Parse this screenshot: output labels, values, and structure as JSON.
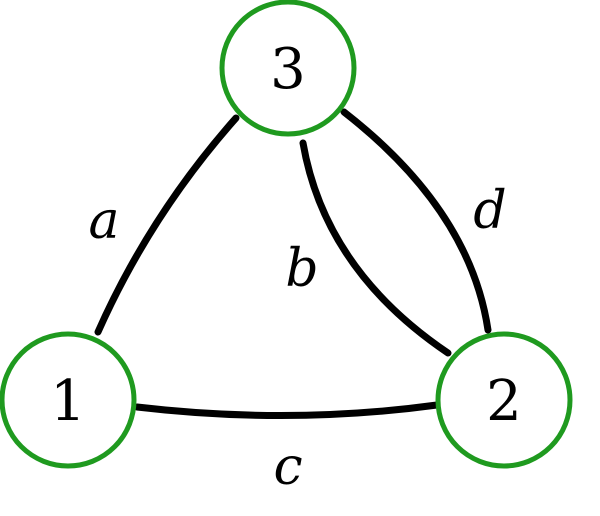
{
  "colors": {
    "node_stroke": "#1f9a1f",
    "edge": "#000000"
  },
  "nodes": [
    {
      "id": "1",
      "label": "1"
    },
    {
      "id": "2",
      "label": "2"
    },
    {
      "id": "3",
      "label": "3"
    }
  ],
  "edges": [
    {
      "id": "a",
      "label": "a",
      "from": "1",
      "to": "3"
    },
    {
      "id": "b",
      "label": "b",
      "from": "3",
      "to": "2"
    },
    {
      "id": "c",
      "label": "c",
      "from": "1",
      "to": "2"
    },
    {
      "id": "d",
      "label": "d",
      "from": "3",
      "to": "2"
    }
  ]
}
